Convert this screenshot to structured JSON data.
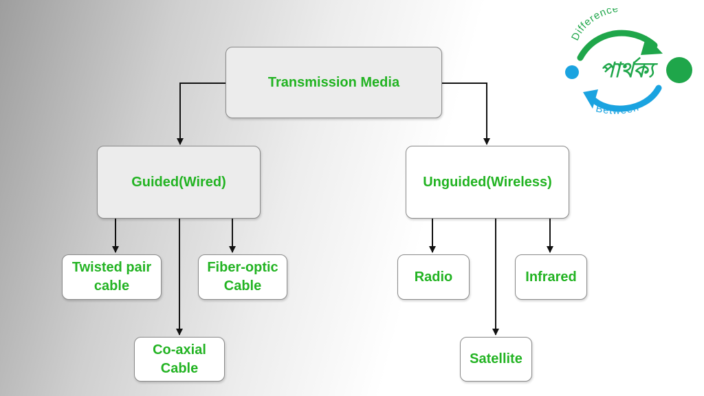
{
  "diagram": {
    "root": "Transmission Media",
    "guided": "Guided(Wired)",
    "unguided": "Unguided(Wireless)",
    "twisted_pair": "Twisted pair cable",
    "coaxial": "Co-axial Cable",
    "fiber_optic": "Fiber-optic Cable",
    "radio": "Radio",
    "satellite": "Satellite",
    "infrared": "Infrared"
  },
  "logo": {
    "top_text": "Difference",
    "bottom_text": "Between"
  },
  "colors": {
    "text_green": "#22b322",
    "logo_green": "#1fa64a",
    "logo_blue": "#1aa3e0"
  }
}
